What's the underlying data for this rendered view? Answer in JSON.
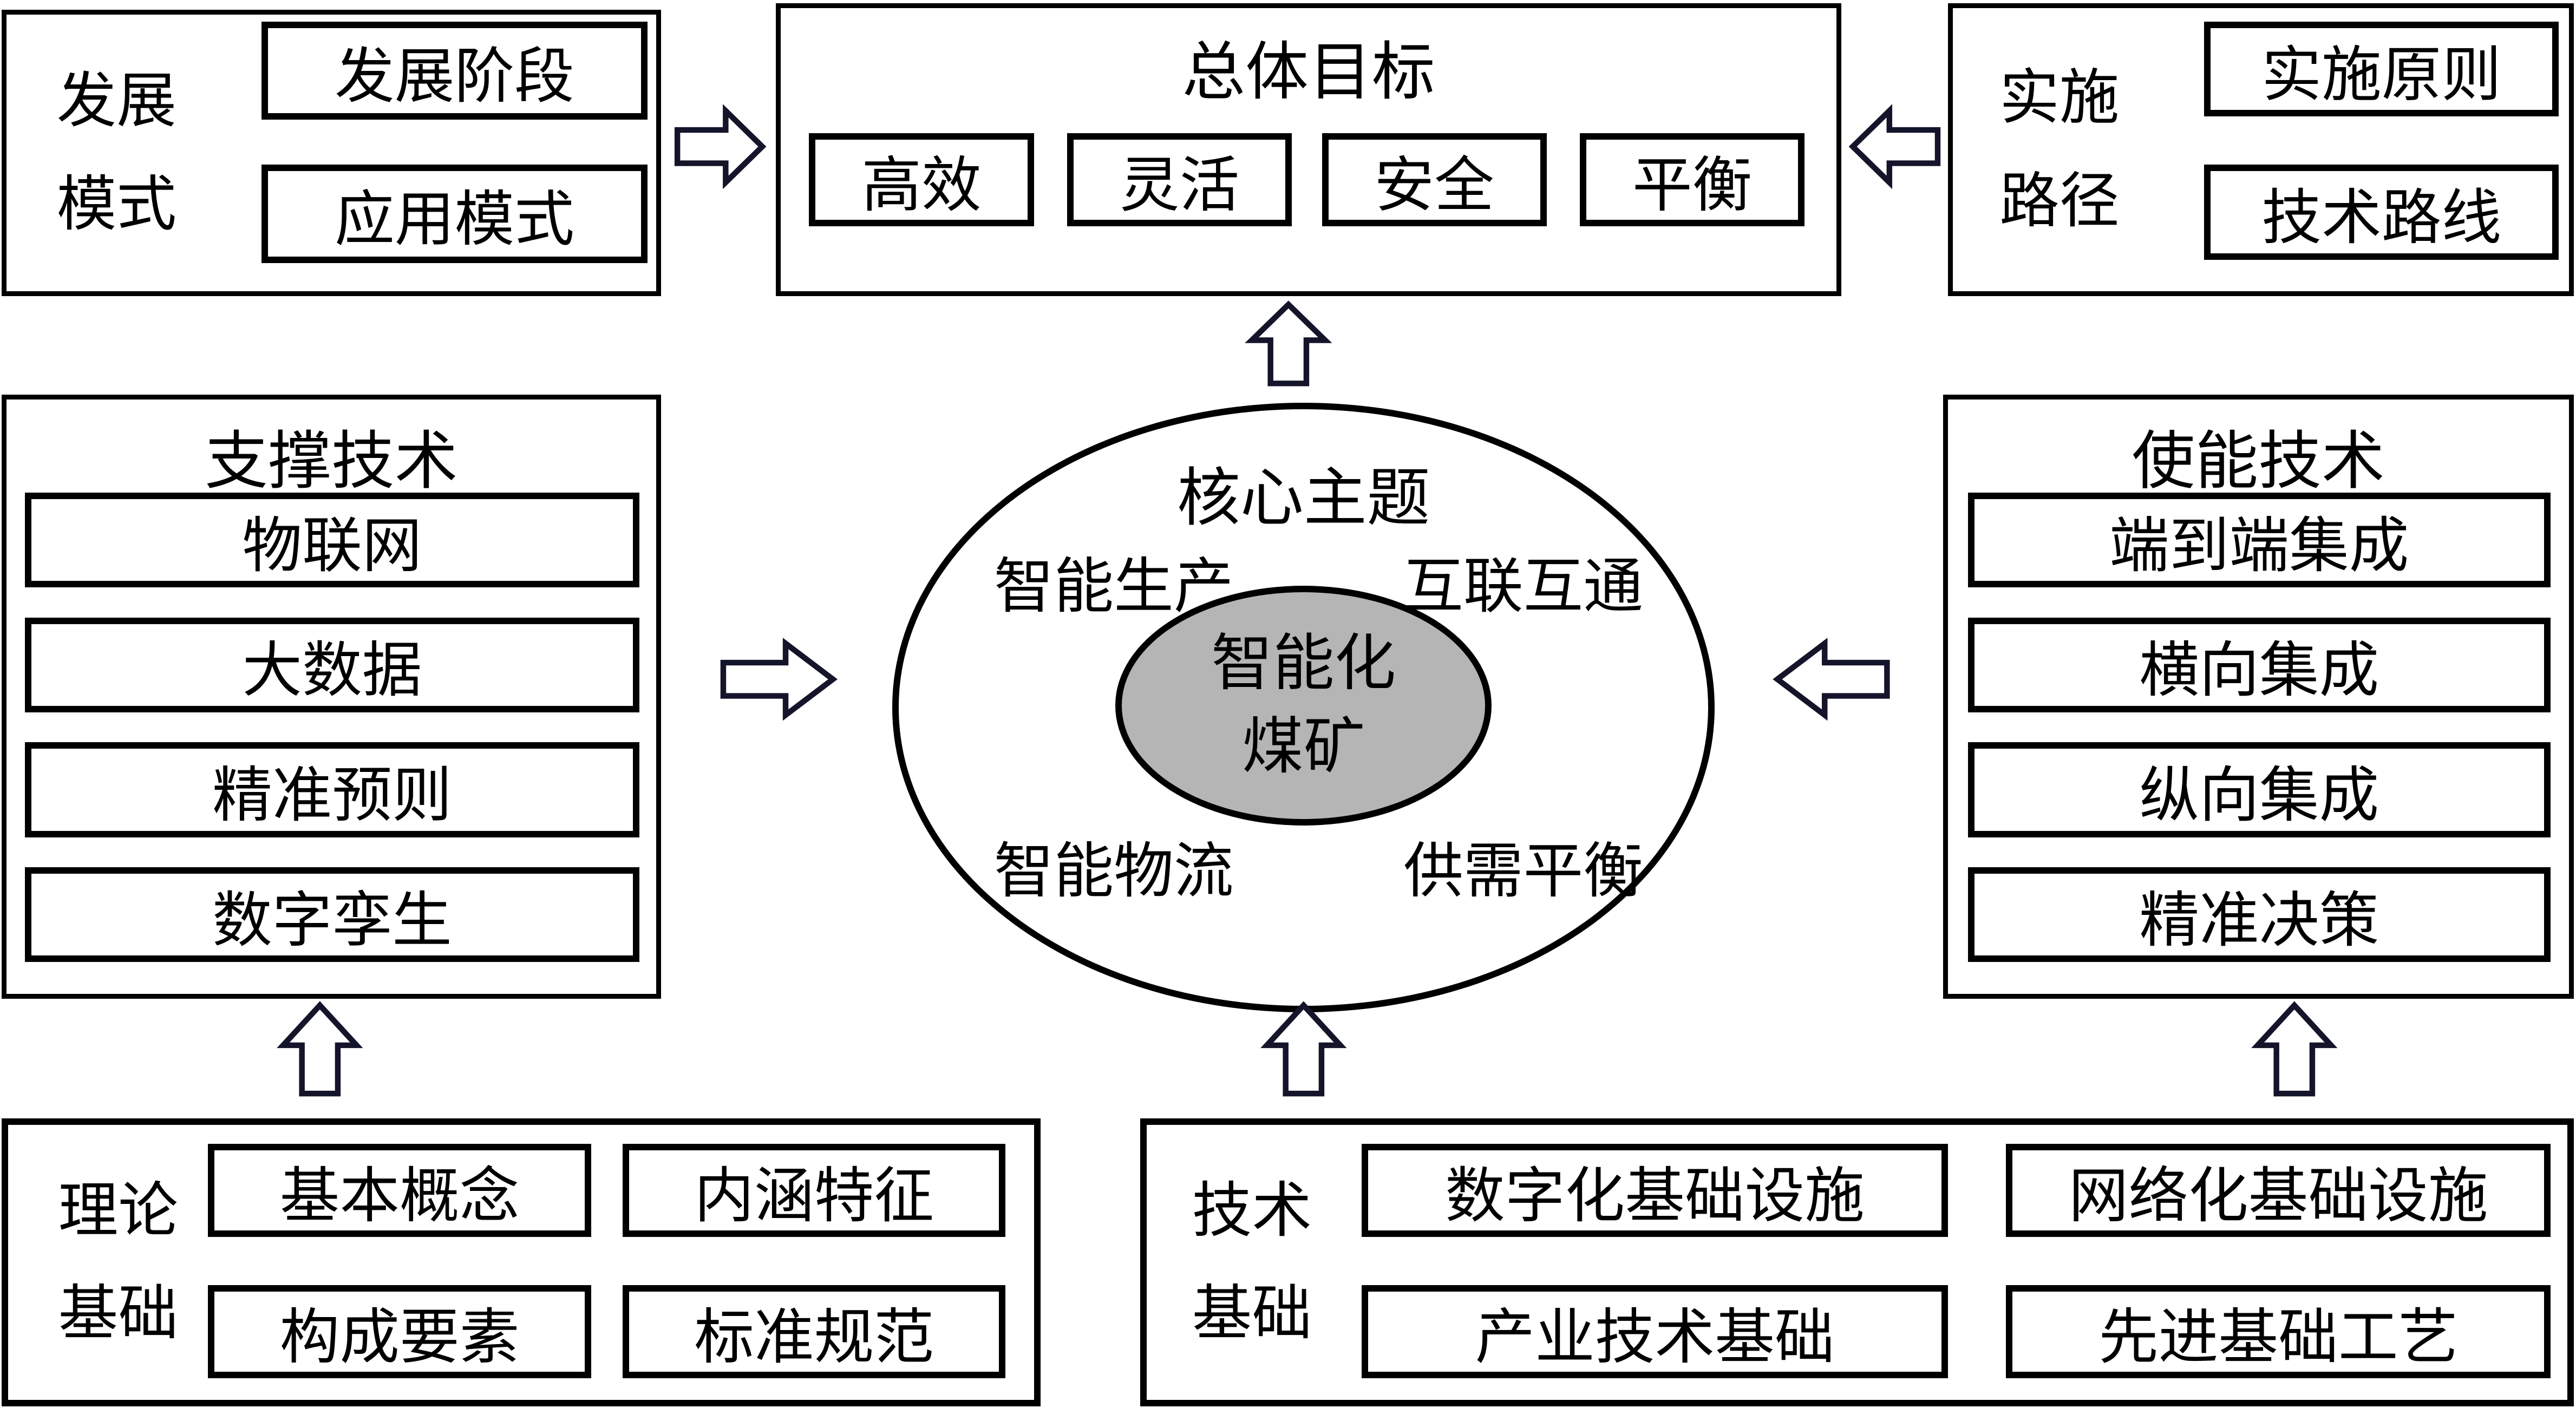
{
  "palette": {
    "border": "#000000",
    "arrow_outline": "#14142b",
    "core_fill": "#b5b5b5",
    "background": "#ffffff"
  },
  "top_left": {
    "label_lines": [
      "发展",
      "模式"
    ],
    "items": [
      "发展阶段",
      "应用模式"
    ]
  },
  "top_center": {
    "title": "总体目标",
    "items": [
      "高效",
      "灵活",
      "安全",
      "平衡"
    ]
  },
  "top_right": {
    "label_lines": [
      "实施",
      "路径"
    ],
    "items": [
      "实施原则",
      "技术路线"
    ]
  },
  "mid_left": {
    "title": "支撑技术",
    "items": [
      "物联网",
      "大数据",
      "精准预则",
      "数字孪生"
    ]
  },
  "mid_right": {
    "title": "使能技术",
    "items": [
      "端到端集成",
      "横向集成",
      "纵向集成",
      "精准决策"
    ]
  },
  "center": {
    "title": "核心主题",
    "quadrants": [
      "智能生产",
      "互联互通",
      "智能物流",
      "供需平衡"
    ],
    "core_lines": [
      "智能化",
      "煤矿"
    ]
  },
  "bottom_left": {
    "label_lines": [
      "理论",
      "基础"
    ],
    "items": [
      "基本概念",
      "内涵特征",
      "构成要素",
      "标准规范"
    ]
  },
  "bottom_right": {
    "label_lines": [
      "技术",
      "基础"
    ],
    "items": [
      "数字化基础设施",
      "网络化基础设施",
      "产业技术基础",
      "先进基础工艺"
    ]
  },
  "icons": {
    "right_arrow": "hollow-block-arrow-right",
    "left_arrow": "hollow-block-arrow-left",
    "up_arrow": "hollow-block-arrow-up"
  }
}
